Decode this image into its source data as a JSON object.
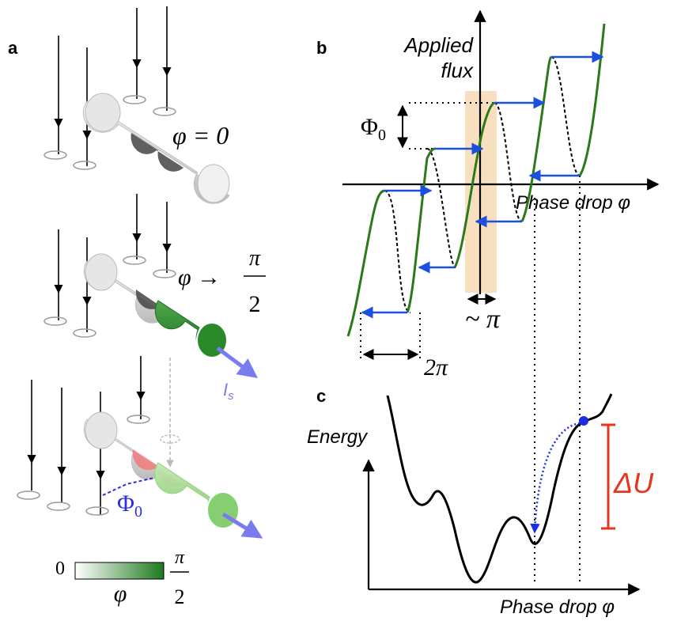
{
  "panel_a": {
    "letter": "a",
    "phi_zero": "φ = 0",
    "phi_arrow": "φ →",
    "pi": "π",
    "two": "2",
    "current": "I",
    "current_sub": "s",
    "flux_quantum": "Φ",
    "flux_sub": "0",
    "colorbar": {
      "min": "0",
      "symbol": "φ",
      "max_num": "π",
      "max_den": "2"
    },
    "colors": {
      "green_dark": "#1e7a1e",
      "green_light": "#8fd07a",
      "junction_red": "#f08080",
      "current_arrow": "#7b7bf0",
      "flux_blue": "#2c2ce0"
    }
  },
  "panel_b": {
    "letter": "b",
    "ylabel_line1": "Applied",
    "ylabel_line2": "flux",
    "flux_quantum": "Φ",
    "flux_sub": "0",
    "xlabel": "Phase drop φ",
    "pi_label": "~ π",
    "two_pi_label": "2π",
    "colors": {
      "curve": "#2a7a18",
      "arrows": "#1a4fe0",
      "highlight": "#f7dcb8"
    }
  },
  "panel_c": {
    "letter": "c",
    "ylabel": "Energy",
    "xlabel": "Phase drop φ",
    "barrier": "ΔU",
    "colors": {
      "barrier": "#e8341c",
      "path": "#1a2ee0"
    }
  }
}
